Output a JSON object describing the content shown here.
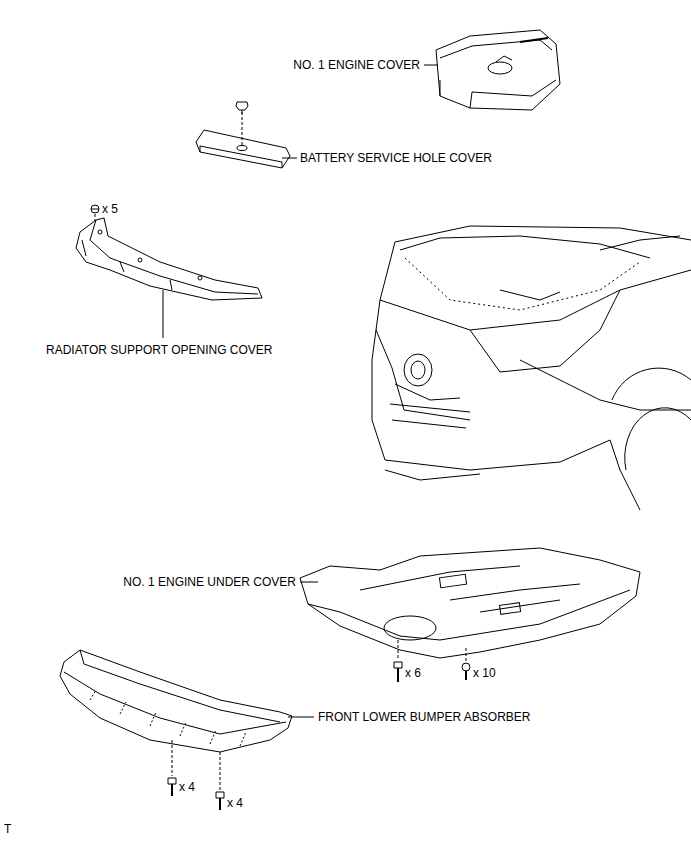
{
  "diagram": {
    "labels": [
      "NO. 1 ENGINE COVER",
      "BATTERY SERVICE HOLE COVER",
      "x 5",
      "RADIATOR SUPPORT OPENING COVER",
      "NO. 1 ENGINE UNDER COVER",
      "x 6",
      "x 10",
      "x 4",
      "x 4",
      "FRONT LOWER BUMPER ABSORBER",
      "T"
    ]
  }
}
